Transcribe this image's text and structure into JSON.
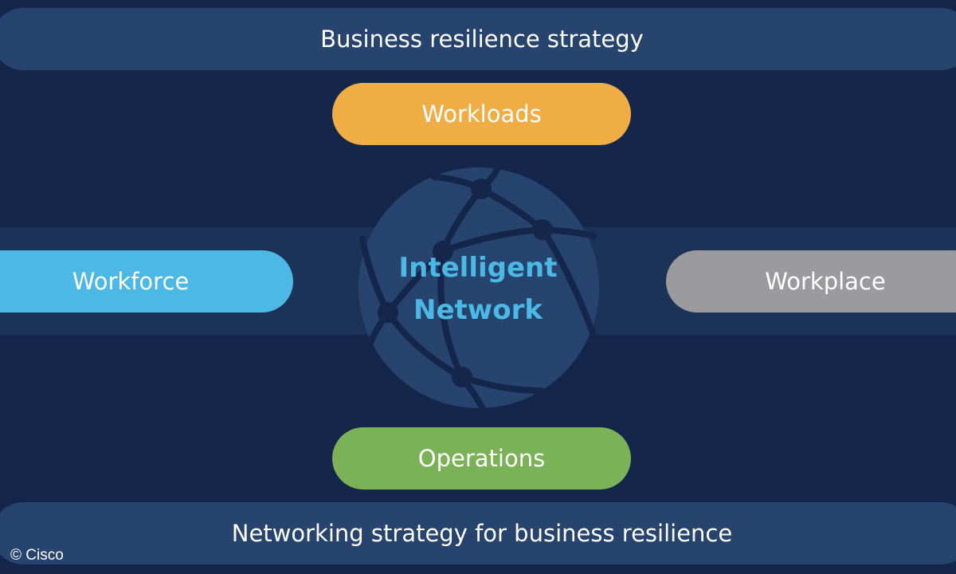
{
  "top_band": "Business resilience strategy",
  "bottom_band": "Networking strategy for business resilience",
  "pills": {
    "workloads": "Workloads",
    "workforce": "Workforce",
    "workplace": "Workplace",
    "operations": "Operations"
  },
  "center": {
    "line1": "Intelligent",
    "line2": "Network"
  },
  "copyright": "© Cisco",
  "colors": {
    "background": "#14264a",
    "band": "#27446e",
    "workloads": "#f0ad45",
    "workforce": "#4cb8e6",
    "workplace": "#9b9a9f",
    "operations": "#7cb257",
    "center_text": "#4cb8e6"
  }
}
